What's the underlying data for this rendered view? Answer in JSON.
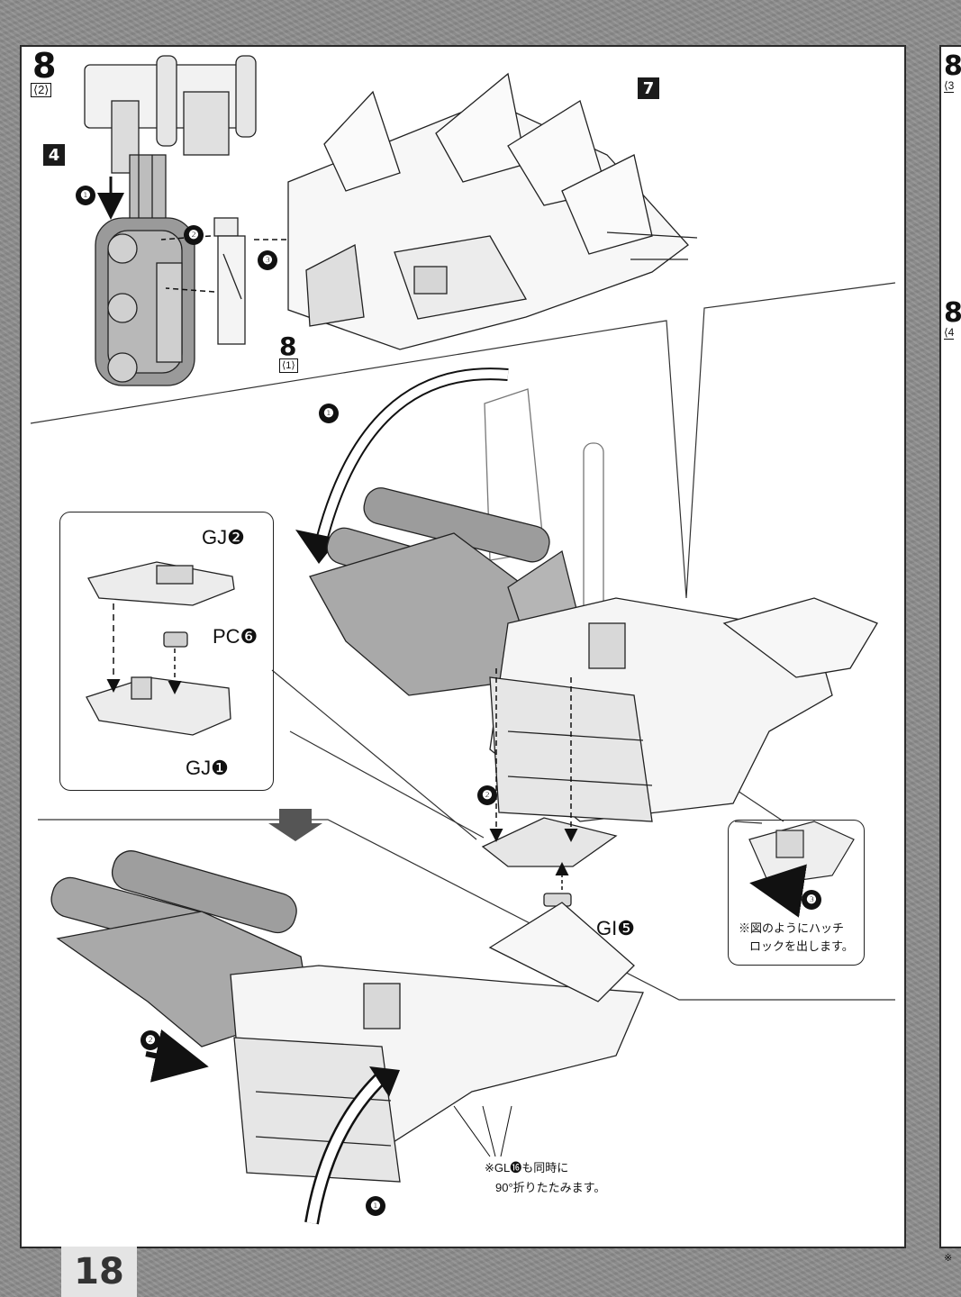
{
  "page_number": "18",
  "step": {
    "number": "8",
    "sub_steps": [
      "⟨2⟩",
      "⟨1⟩"
    ],
    "edge_sub_steps": [
      "⟨3",
      "⟨4"
    ]
  },
  "part_refs": {
    "leg": "4",
    "hull": "7",
    "tread_bracket": "8"
  },
  "markers": [
    "❶",
    "❷",
    "❸"
  ],
  "parts": {
    "gj2": "GJ❷",
    "pc6": "PC❻",
    "gj1": "GJ❶",
    "gi5": "GI❺"
  },
  "notes": {
    "hatch_lock": [
      "※図のようにハッチ",
      "ロックを出します。"
    ],
    "gl16_fold": [
      "※GL⓰も同時に",
      "90°折りたたみます。"
    ]
  },
  "edge_footer": "※"
}
